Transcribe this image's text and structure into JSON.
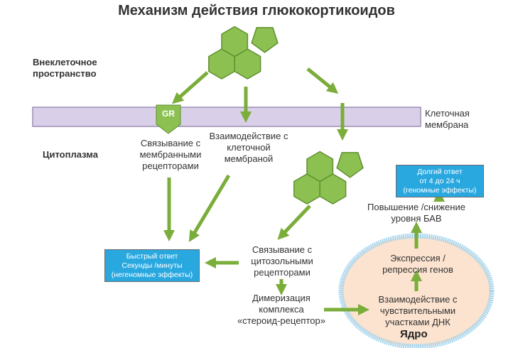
{
  "title": "Механизм действия глюкокортикоидов",
  "regions": {
    "extracellular_line1": "Внеклеточное",
    "extracellular_line2": "пространство",
    "cytoplasm": "Цитоплазма",
    "membrane_line1": "Клеточная",
    "membrane_line2": "мембрана",
    "nucleus": "Ядро"
  },
  "receptor_badge": "GR",
  "steps": {
    "membrane_receptors": [
      "Связывание с",
      "мембранными",
      "рецепторами"
    ],
    "membrane_interaction": [
      "Взаимодействие с",
      "клеточной",
      "мембраной"
    ],
    "cytosolic_receptors": [
      "Связывание с",
      "цитозольными",
      "рецепторами"
    ],
    "dimerization": [
      "Димеризация",
      "комплекса",
      "«стероид-рецептор»"
    ],
    "dna_interaction": [
      "Взаимодействие с",
      "чувствительными",
      "участками ДНК"
    ],
    "gene_expression": [
      "Экспрессия /",
      "репрессия генов"
    ],
    "bav_level": [
      "Повышение /снижение",
      "уровня БАВ"
    ]
  },
  "boxes": {
    "fast_response": [
      "Быстрый ответ",
      "Секунды /минуты",
      "(негеномные эффекты)"
    ],
    "slow_response": [
      "Долгий ответ",
      "от 4 до 24 ч",
      "(геномные эффекты)"
    ]
  },
  "colors": {
    "molecule_fill": "#8cc152",
    "molecule_stroke": "#5f8f2f",
    "arrow": "#7aad3a",
    "membrane_fill": "#d9cfe8",
    "membrane_stroke": "#9c8fb5",
    "box_fill": "#29a8e0",
    "nucleus_fill": "#fbe3cf",
    "nucleus_border": "#9fd3ef"
  }
}
